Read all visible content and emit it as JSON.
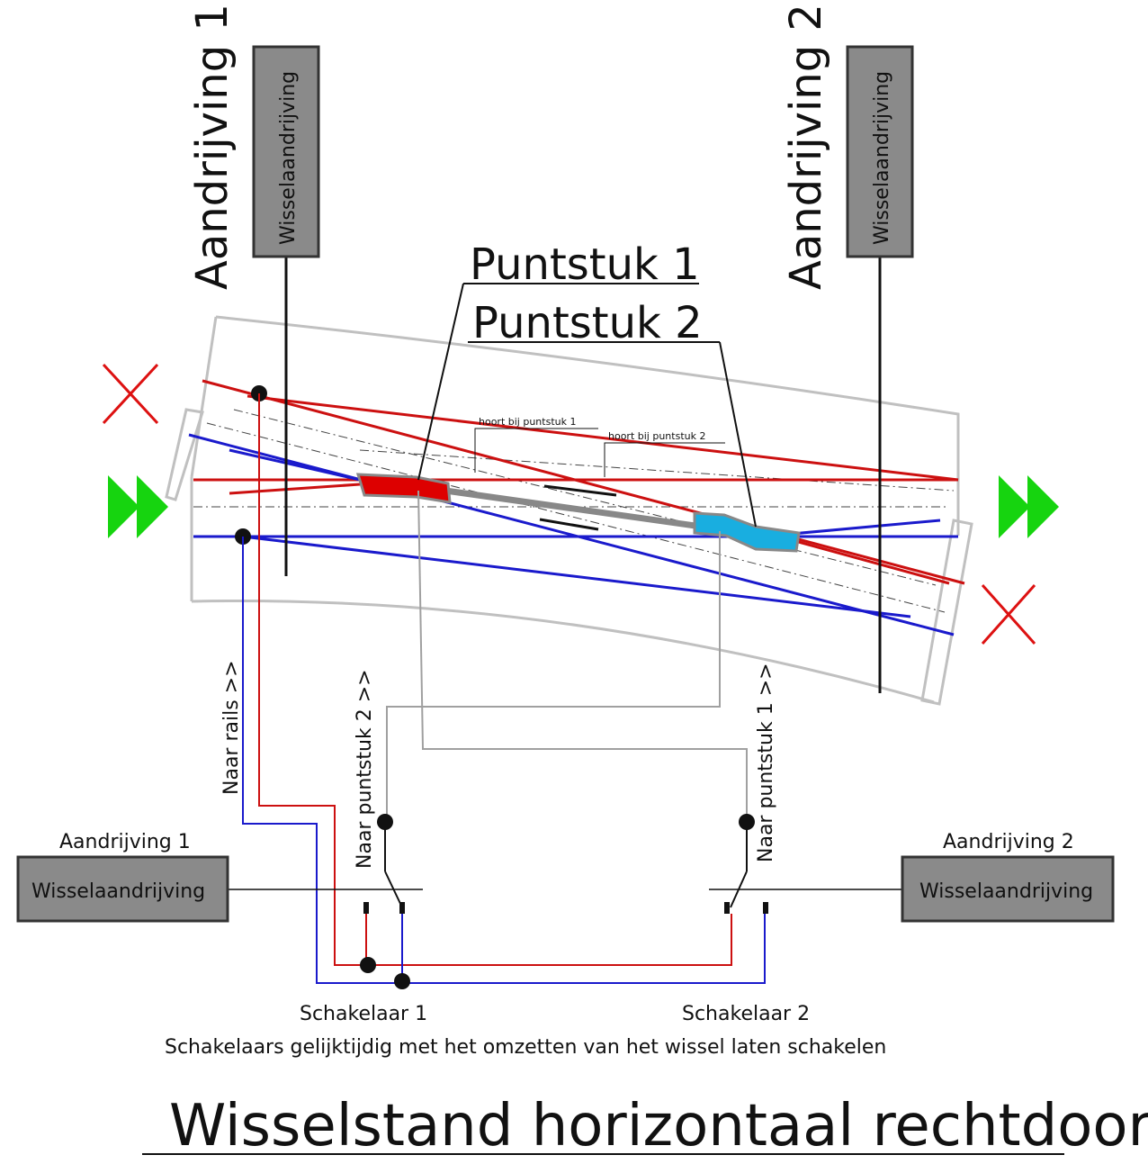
{
  "title": "Wisselstand horizontaal rechtdoor",
  "drives": {
    "drive1_label_vertical": "Aandrijving 1",
    "drive2_label_vertical": "Aandrijving 2",
    "drive1_box_vertical": "Wisselaandrijving",
    "drive2_box_vertical": "Wisselaandrijving",
    "drive1_label": "Aandrijving 1",
    "drive2_label": "Aandrijving 2",
    "drive1_box": "Wisselaandrijving",
    "drive2_box": "Wisselaandrijving"
  },
  "frogs": {
    "frog1_label": "Puntstuk 1",
    "frog2_label": "Puntstuk 2",
    "frog1_note": "hoort bij puntstuk 1",
    "frog2_note": "hoort bij puntstuk 2"
  },
  "wiring": {
    "to_rails": "Naar rails >>",
    "to_frog2": "Naar puntstuk 2 >>",
    "to_frog1": "Naar puntstuk 1 >>"
  },
  "switches": {
    "switch1_label": "Schakelaar 1",
    "switch2_label": "Schakelaar 2",
    "instruction": "Schakelaars gelijktijdig met het omzetten van het wissel laten schakelen"
  },
  "colors": {
    "red_rail": "#cc1010",
    "blue_rail": "#1a1acc",
    "frog1_fill": "#dd0000",
    "frog2_fill": "#19aee0",
    "arrow_green": "#16d40f",
    "cross_red": "#dd1111",
    "drive_box": "#8a8a8a"
  }
}
